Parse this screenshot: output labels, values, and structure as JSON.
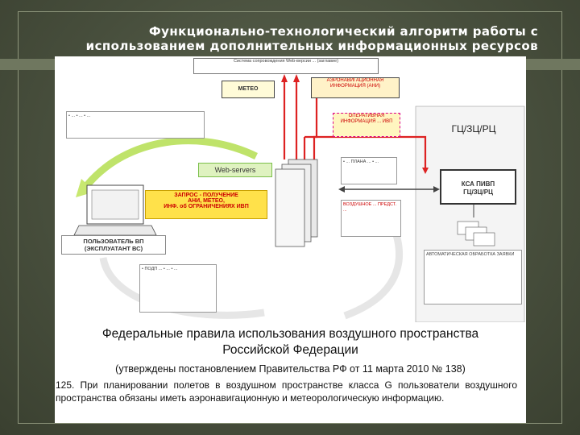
{
  "title": {
    "line1": "Функционально-технологический алгоритм работы с",
    "line2": "использованием дополнительных информационных ресурсов"
  },
  "diagram": {
    "top_box": "Система сопровождения Web-версии ... (заглавие)",
    "metro": "МЕТЕО",
    "aero": "АЭРОНАВИГАЦИОННАЯ ИНФОРМАЦИЯ (АНИ)",
    "oper": "ОПЕРАТИВНАЯ ИНФОРМАЦИЯ ... ИВП",
    "gc": "ГЦ/ЗЦ/РЦ",
    "web_servers": "Web-servers",
    "request": "ЗАПРОС - ПОЛУЧЕНИЕ",
    "request2": "АНИ, МЕТЕО,",
    "request3": "ИНФ. об ОГРАНИЧЕНИЯХ ИВП",
    "user": "ПОЛЬЗОВАТЕЛЬ ВП",
    "user2": "(ЭКСПЛУАТАНТ ВС)",
    "ksa": "КСА ПИВП",
    "ksa2": "ГЦ/ЗЦ/РЦ",
    "auto": "АВТОМАТИЧЕСКАЯ ОБРАБОТКА ЗАЯВКИ",
    "leftlist": "• ... • ... • ...",
    "bottomlist": "• ПОДП ... • ... • ...",
    "plan": "• ... ПЛАНА ... • ...",
    "vozd": "ВОЗДУШНОЕ ... ПРЕДСТ. ..."
  },
  "text": {
    "heading_line1": "Федеральные правила использования воздушного пространства",
    "heading_line2": "Российской Федерации",
    "subtitle": "(утверждены постановлением Правительства РФ от 11 марта 2010 № 138)",
    "body": "125. При планировании полетов в воздушном пространстве класса G пользователи воздушного пространства обязаны иметь аэронавигационную и метеорологическую информацию."
  }
}
